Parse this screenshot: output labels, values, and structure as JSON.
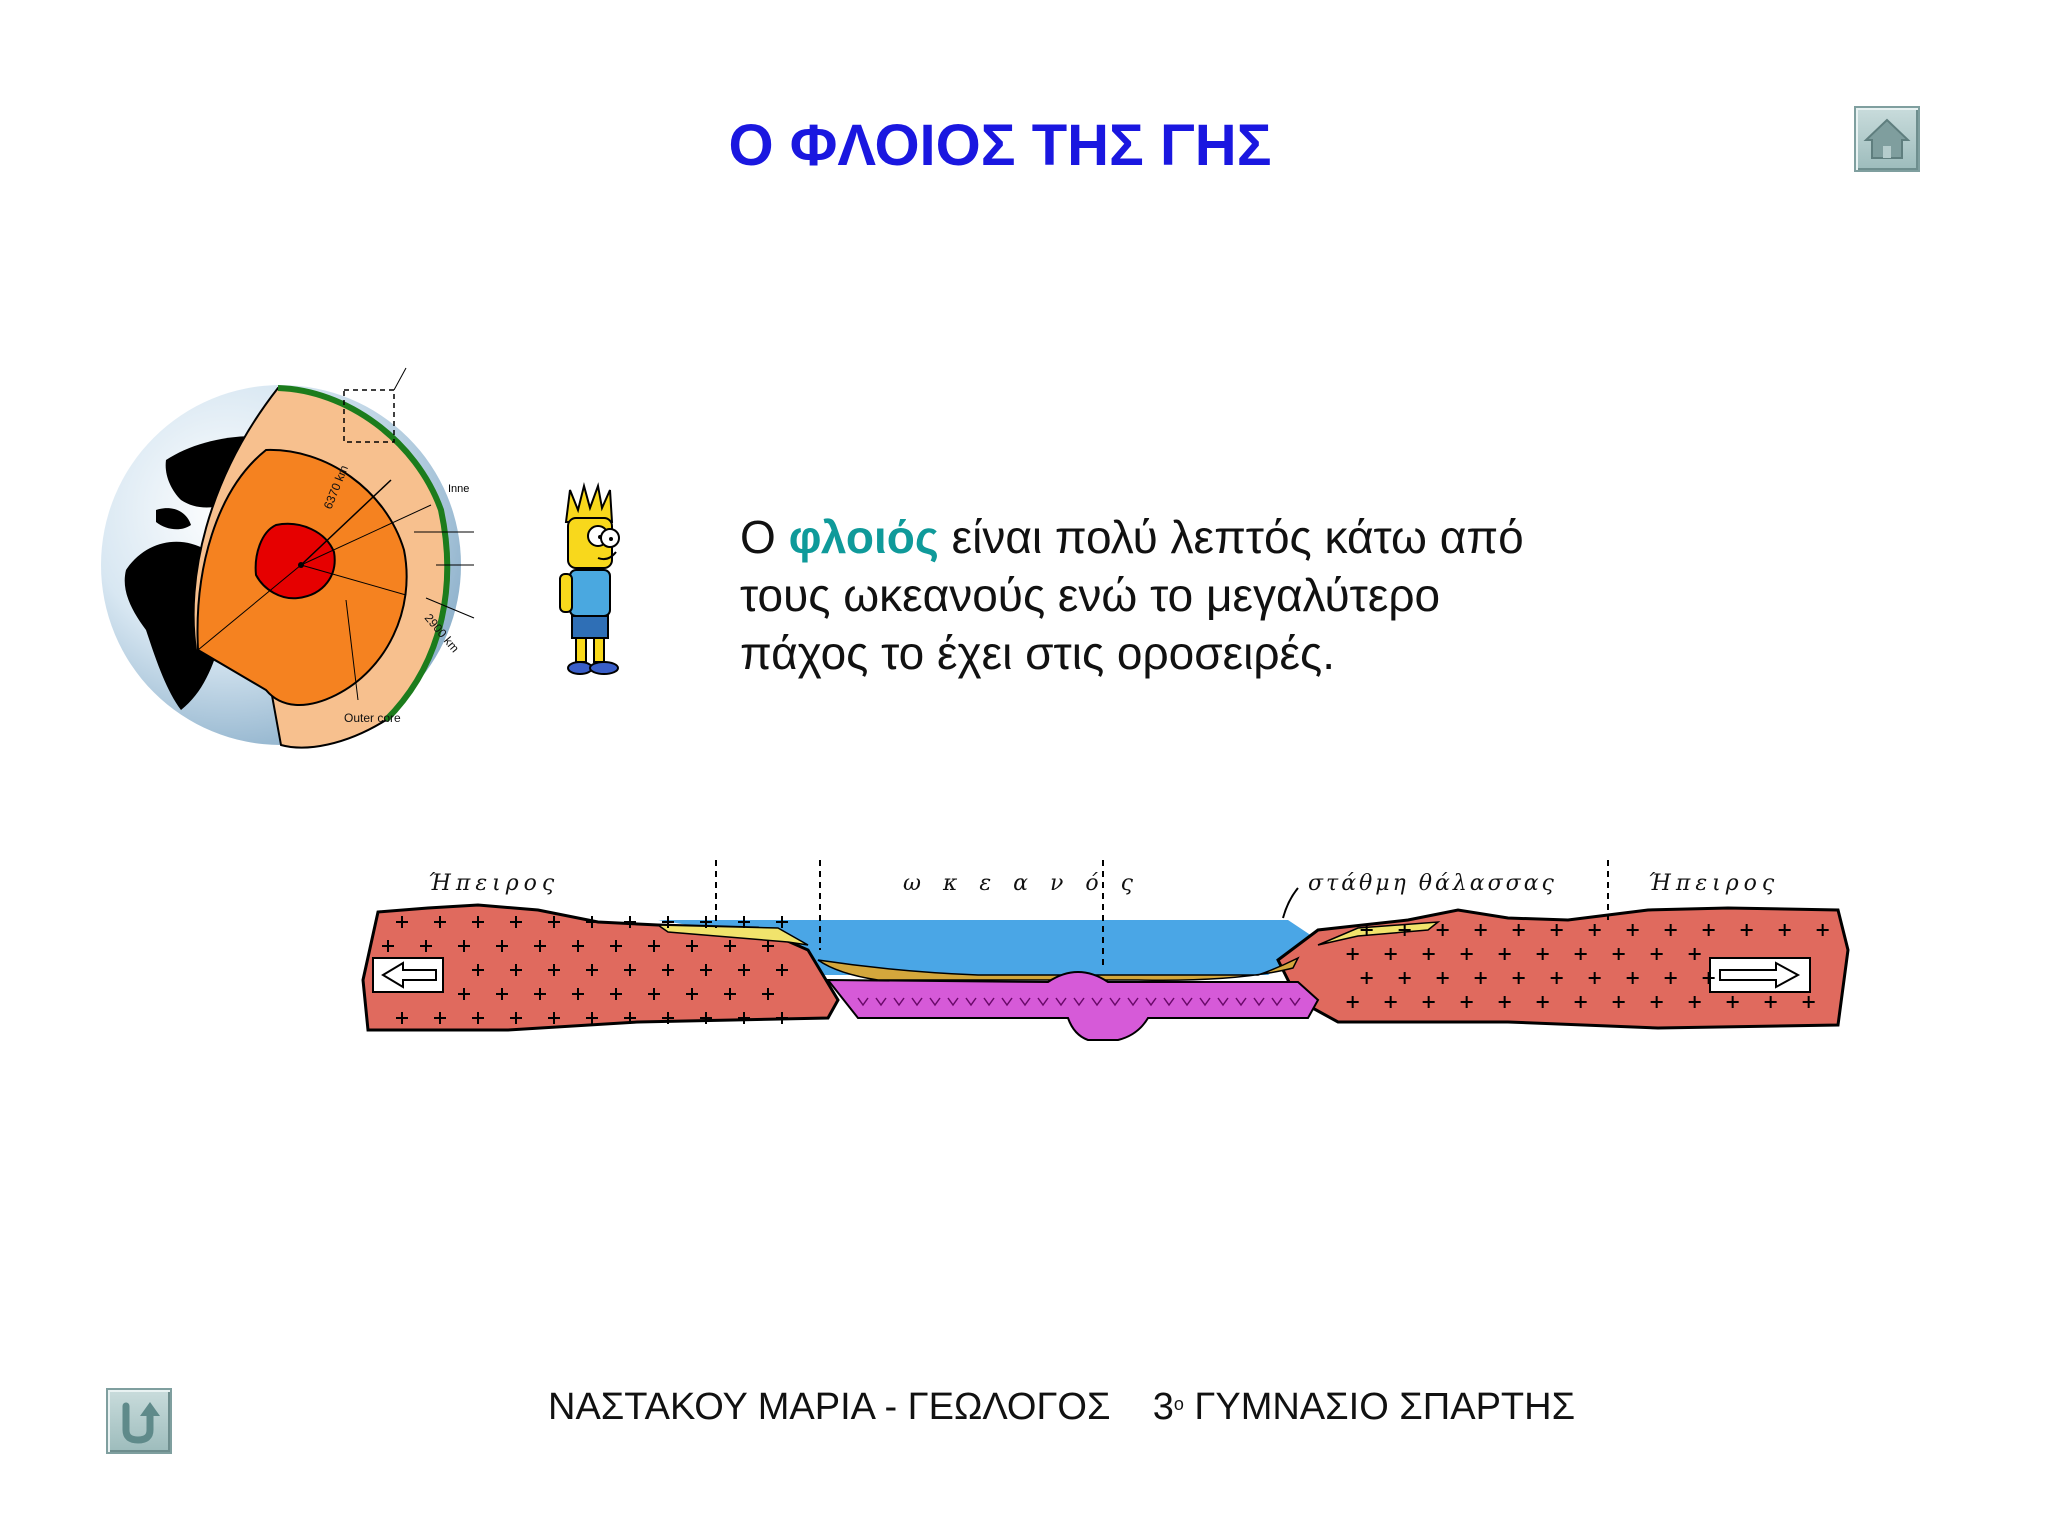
{
  "title": "Ο ΦΛΟΙΟΣ ΤΗΣ ΓΗΣ",
  "text": {
    "line1_pre": "Ο ",
    "highlight": "φλοιός",
    "line1_post": " είναι πολύ λεπτός κάτω από",
    "line2": "τους ωκεανούς ενώ το μεγαλύτερο",
    "line3": "πάχος το έχει στις οροσειρές."
  },
  "earth": {
    "label_inner": "Inne",
    "label_radius": "6370 km",
    "label_depth": "2900 km",
    "label_outer_core": "Outer core"
  },
  "crust_diagram": {
    "label_continent_left": "Ήπειρος",
    "label_ocean": "ωκεανός",
    "label_sea_level": "στάθμη θάλασσας",
    "label_continent_right": "Ήπειρος"
  },
  "footer": {
    "author": "ΝΑΣΤΑΚΟΥ ΜΑΡΙΑ - ΓΕΩΛΟΓΟΣ",
    "school_num": "3",
    "school_sup": "ο",
    "school_name": "ΓΥΜΝΑΣΙΟ ΣΠΑΡΤΗΣ"
  },
  "icons": [
    "home-icon",
    "return-icon"
  ],
  "colors": {
    "title": "#1a17e0",
    "highlight": "#0f9a9a"
  }
}
